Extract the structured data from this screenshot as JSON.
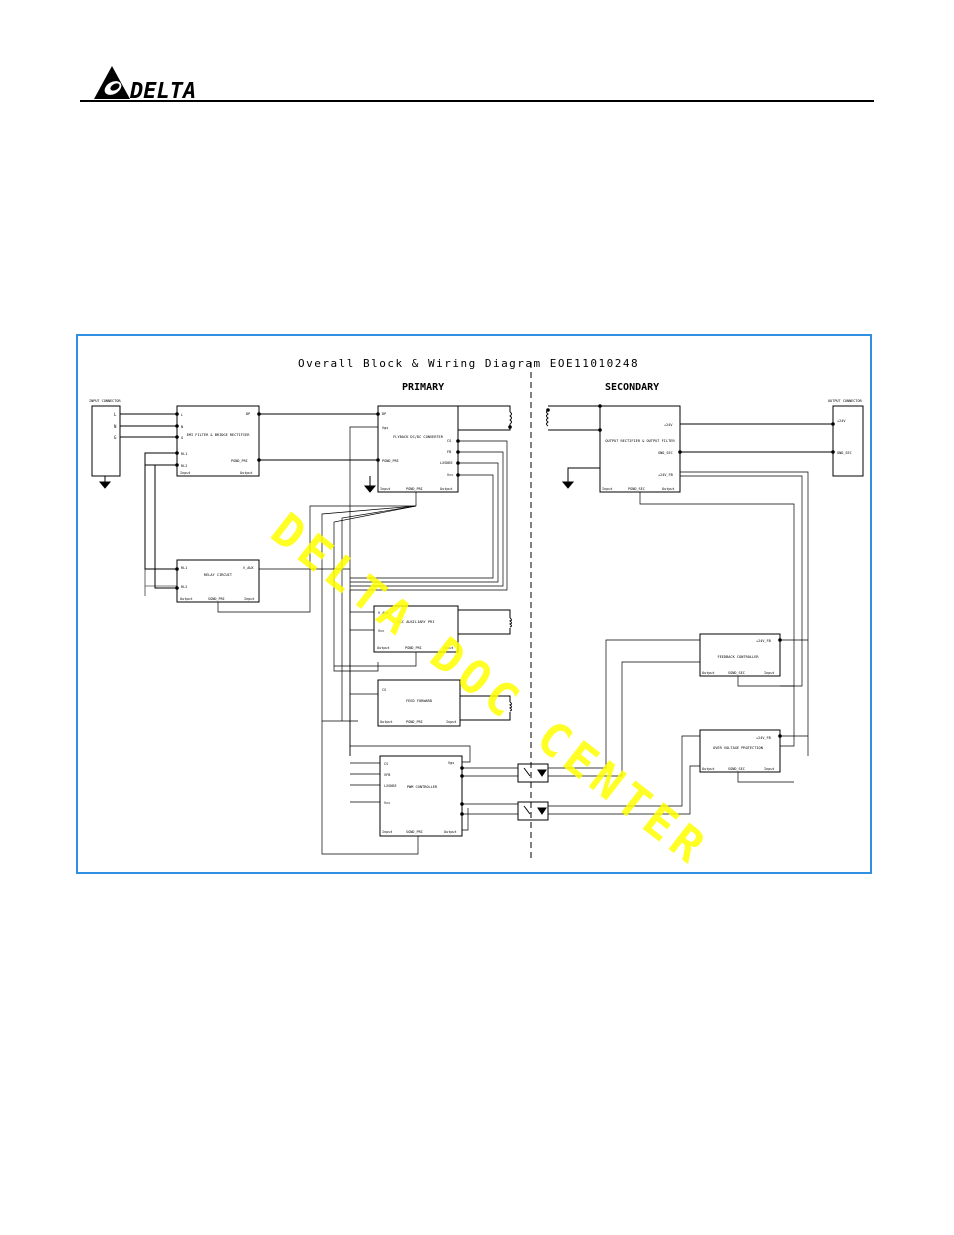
{
  "header": {
    "logo_text": "DELTA"
  },
  "diagram": {
    "title": "Overall Block & Wiring Diagram  EOE11010248",
    "primary_label": "PRIMARY",
    "secondary_label": "SECONDARY",
    "watermark": "DELTA DOC CENTER",
    "input_connector": {
      "title": "INPUT CONNECTOR",
      "pins": [
        "L",
        "N",
        "G"
      ]
    },
    "output_connector": {
      "title": "OUTPUT CONNECTOR",
      "pins": [
        "+24V",
        "GND_SEC"
      ]
    },
    "blocks": {
      "emi": {
        "title": "EMI FILTER & BRIDGE RECTIFIER",
        "pins_left": [
          "L",
          "N",
          "G",
          "RL1",
          "RL2"
        ],
        "pins_right": [
          "DP",
          "PGND_PRI"
        ],
        "bottom": [
          "Input",
          "Output"
        ]
      },
      "relay": {
        "title": "RELAY CIRCUIT",
        "pins_left": [
          "RL1",
          "RL2"
        ],
        "pins_right": [
          "V_AUX"
        ],
        "bottom": [
          "Output",
          "SGND_PRI",
          "Input"
        ]
      },
      "flyback": {
        "title": "FLYBACK DC/DC CONVERTER",
        "pins_left": [
          "DP",
          "Vgs",
          "PGND_PRI"
        ],
        "pins_right": [
          "CS",
          "FB",
          "LXSNSE",
          "Vcc"
        ],
        "bottom": [
          "Input",
          "PGND_PRI",
          "Output"
        ]
      },
      "vcc_aux": {
        "title": "VCC AUXILIARY PRI",
        "pins_left": [
          "V_AUX",
          "Vcc"
        ],
        "bottom": [
          "Output",
          "PGND_PRI",
          "Input"
        ]
      },
      "feed_forward": {
        "title": "FEED FORWARD",
        "pins_left": [
          "CS"
        ],
        "bottom": [
          "Output",
          "PGND_PRI",
          "Input"
        ]
      },
      "pwm": {
        "title": "PWM CONTROLLER",
        "pins_left": [
          "CS",
          "VFB",
          "LXSNSE",
          "Vcc"
        ],
        "pins_right": [
          "Vgs"
        ],
        "bottom": [
          "Input",
          "SGND_PRI",
          "Output"
        ]
      },
      "output_rect": {
        "title": "OUTPUT RECTIFIER & OUTPUT FILTER",
        "pins_right": [
          "+24V",
          "GND_SEC",
          "+24V_FB"
        ],
        "bottom": [
          "Input",
          "PGND_SEC",
          "Output"
        ]
      },
      "feedback": {
        "title": "FEEDBACK CONTROLLER",
        "pins_right": [
          "+24V_FB"
        ],
        "bottom": [
          "Output",
          "SGND_SEC",
          "Input"
        ]
      },
      "ovp": {
        "title": "OVER VOLTAGE PROTECTION",
        "pins_right": [
          "+24V_FB"
        ],
        "bottom": [
          "Output",
          "SGND_SEC",
          "Input"
        ]
      }
    }
  }
}
